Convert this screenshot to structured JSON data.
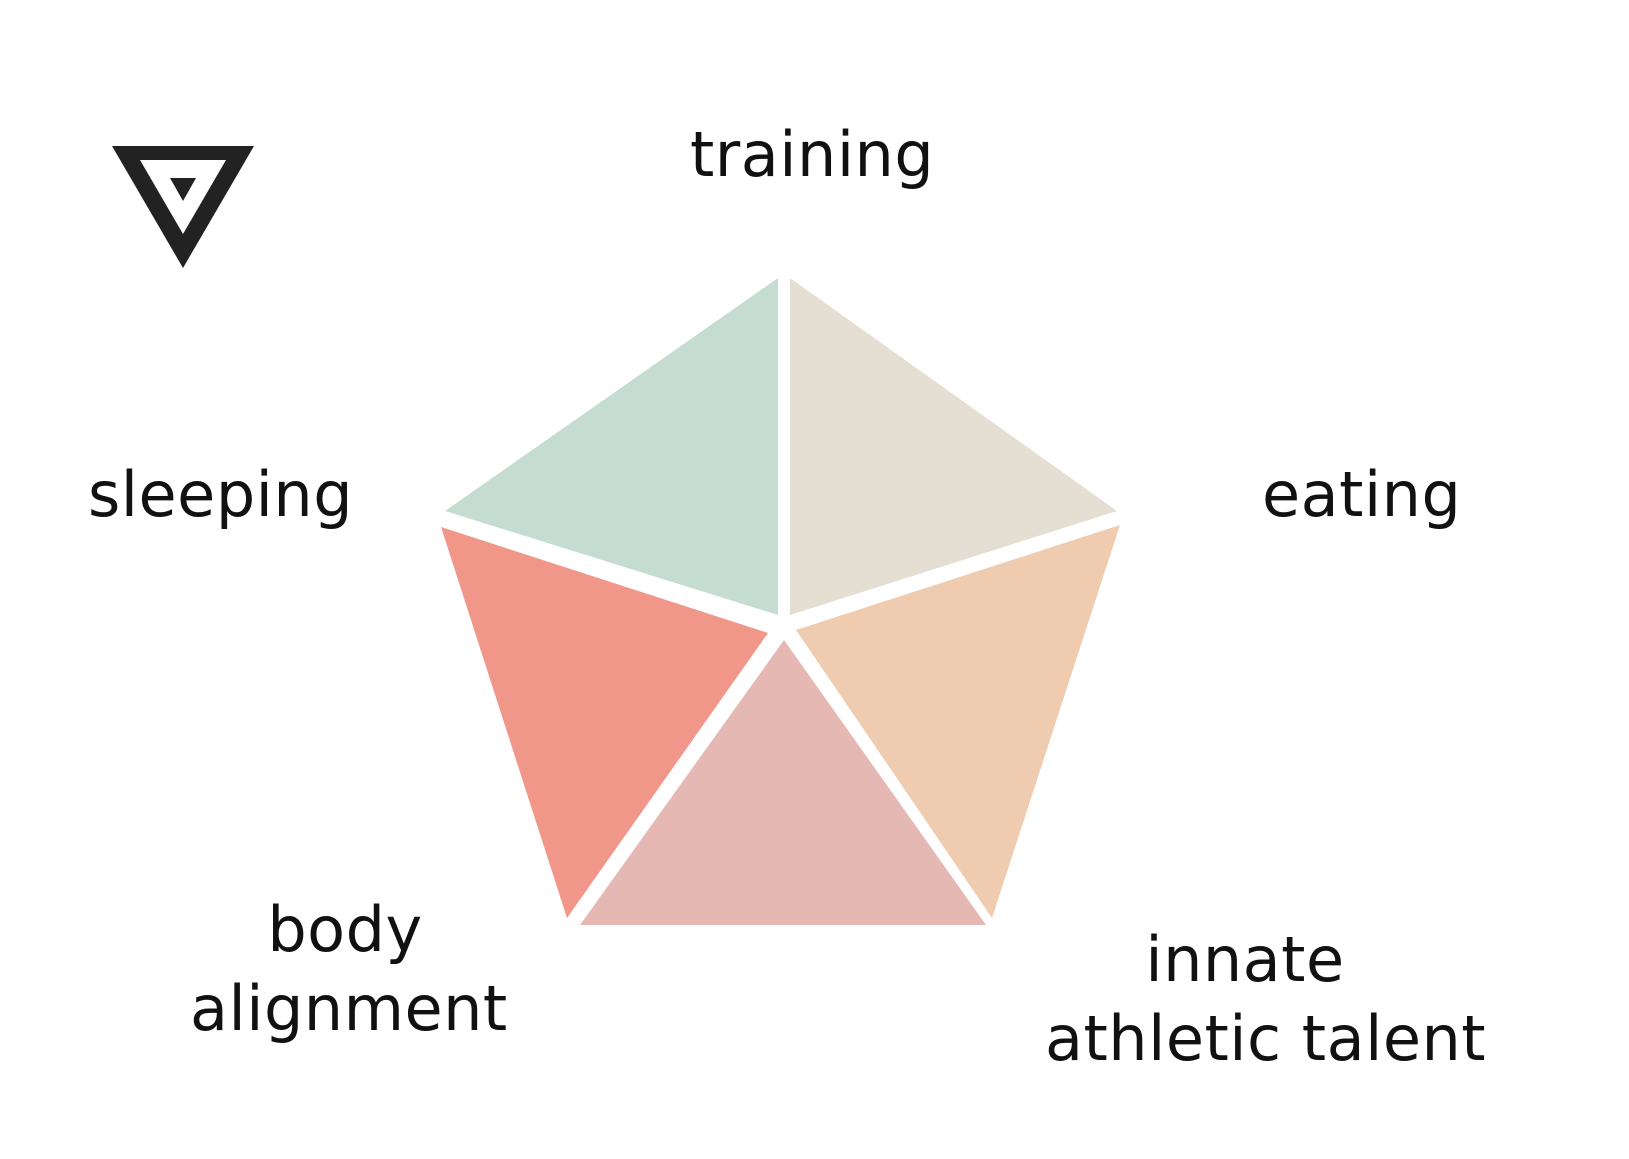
{
  "logo": {
    "icon": "v-triangle-logo-icon",
    "color": "#222222"
  },
  "segments": [
    {
      "key": "training_left",
      "label_ref": "sleeping",
      "color": "#c4dcd1"
    },
    {
      "key": "training_right",
      "label_ref": "training",
      "color": "#e5dfd3"
    },
    {
      "key": "eating",
      "label_ref": "eating",
      "color": "#efcbb0"
    },
    {
      "key": "bottom",
      "label_ref": "innate",
      "color": "#e5b8b4"
    },
    {
      "key": "left",
      "label_ref": "body",
      "color": "#f0978a"
    }
  ],
  "labels": {
    "training": "training",
    "eating": "eating",
    "sleeping": "sleeping",
    "body_line1": "body",
    "body_line2": "alignment",
    "innate_line1": "innate",
    "innate_line2": "athletic talent"
  }
}
